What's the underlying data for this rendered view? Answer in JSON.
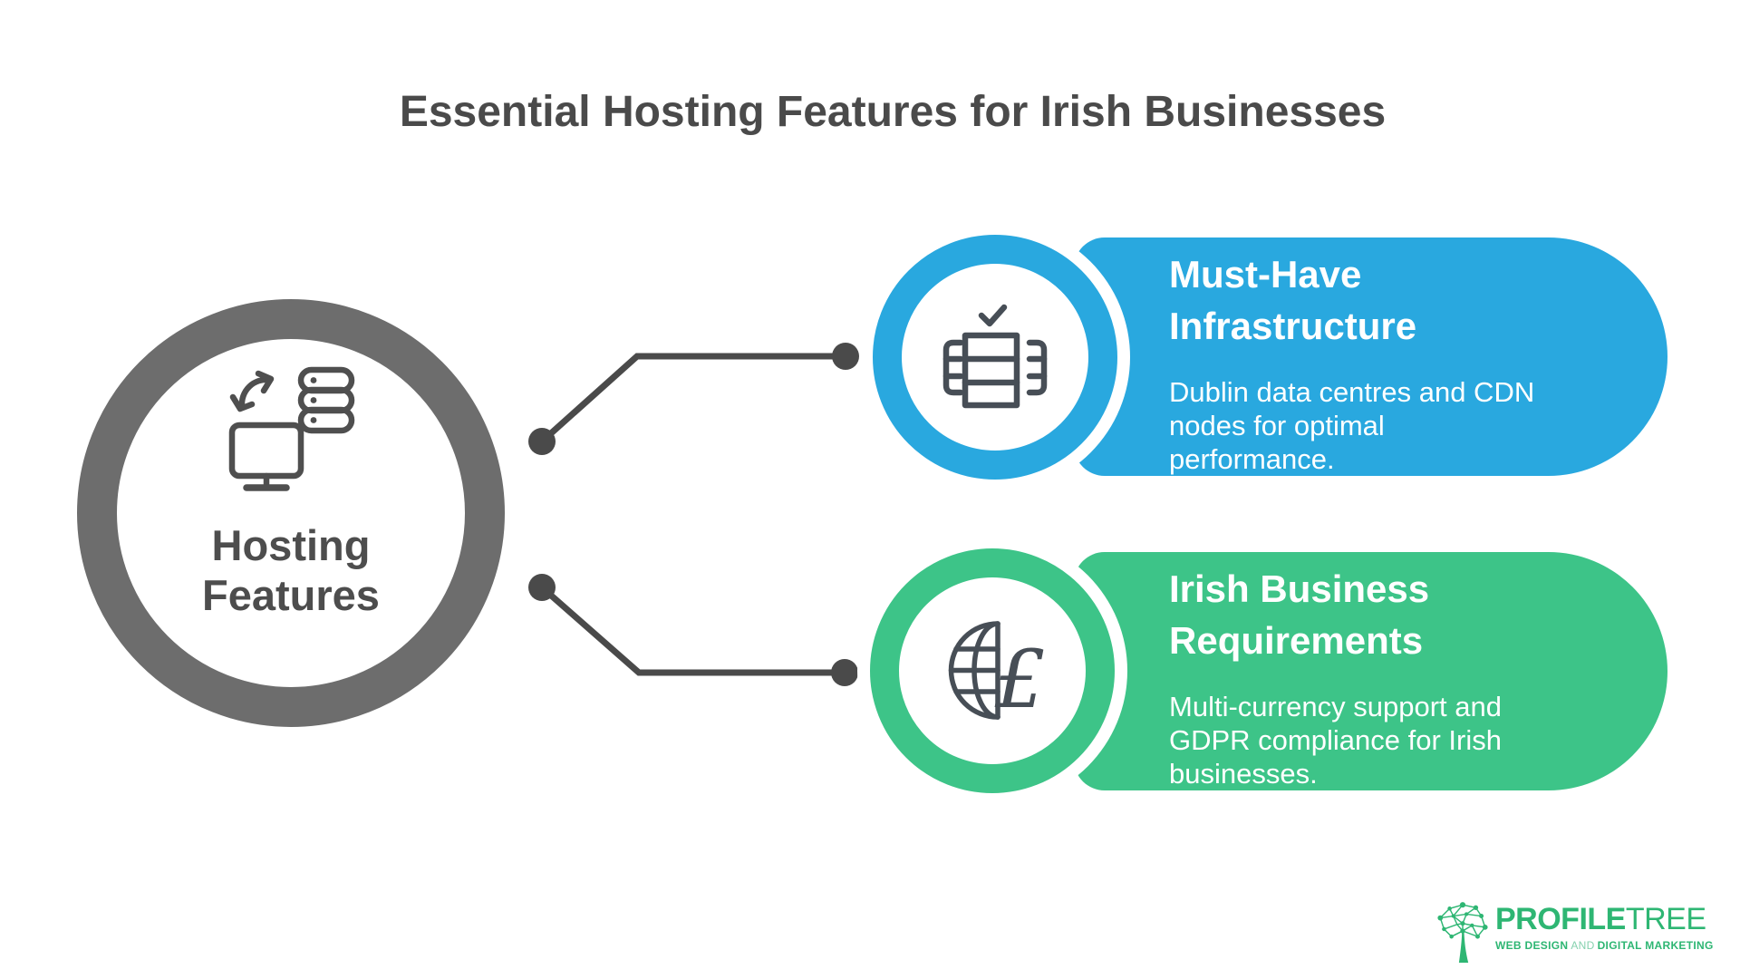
{
  "title": "Essential Hosting Features for Irish Businesses",
  "hub": {
    "icon": "monitor-server-sync-icon",
    "label_line1": "Hosting",
    "label_line2": "Features"
  },
  "cards": [
    {
      "id": "must-have-infrastructure",
      "accent": "#29a8df",
      "icon": "server-check-icon",
      "title_line1": "Must-Have",
      "title_line2": "Infrastructure",
      "body_line1": "Dublin data centres and CDN",
      "body_line2": "nodes for optimal",
      "body_line3": "performance."
    },
    {
      "id": "irish-business-requirements",
      "accent": "#3dc488",
      "icon": "globe-currency-icon",
      "title_line1": "Irish Business",
      "title_line2": "Requirements",
      "body_line1": "Multi-currency support and",
      "body_line2": "GDPR compliance for Irish",
      "body_line3": "businesses."
    }
  ],
  "logo": {
    "icon": "network-tree-icon",
    "brand_bold": "PROFILE",
    "brand_light": "TREE",
    "tagline_bold1": "WEB DESIGN",
    "tagline_light": "AND",
    "tagline_bold2": "DIGITAL MARKETING"
  },
  "colors": {
    "hub_ring": "#6d6d6d",
    "hub_text": "#4d4d4d",
    "title_text": "#4a4a4a",
    "connector": "#4a4a4a",
    "card_blue": "#29a8df",
    "card_green": "#3dc488",
    "icon_stroke": "#474e56",
    "logo_green": "#2eb673"
  }
}
